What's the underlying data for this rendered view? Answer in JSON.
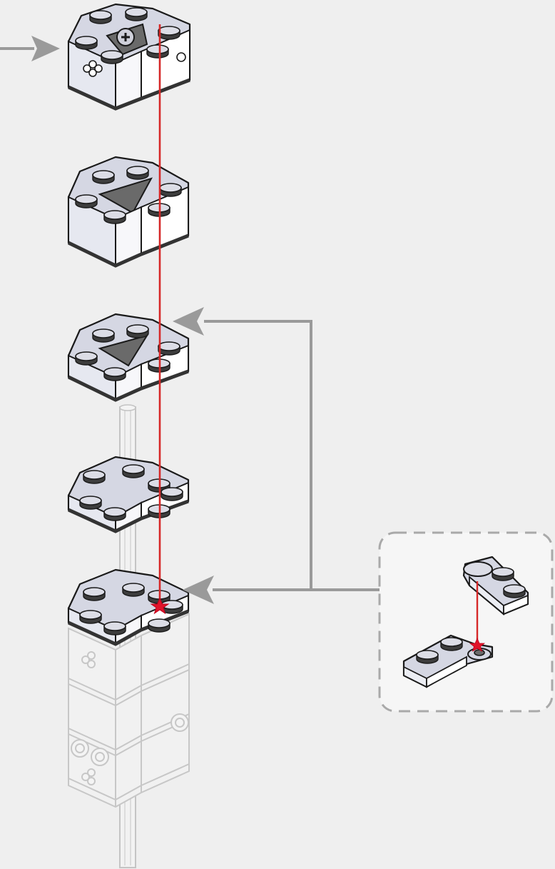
{
  "diagram": {
    "kind": "lego-build-step",
    "text": [],
    "colors": {
      "background": "#efefef",
      "brick_top": "#d4d6e2",
      "brick_left": "#eceef4",
      "brick_right": "#ffffff",
      "brick_outline": "#1a1a1a",
      "dark_edge": "#3a3a3a",
      "ghost_outline": "#c9c9c9",
      "alignment_line": "#d62828",
      "connection_star": "#e0142a",
      "callout_arrow": "#9a9a9a",
      "callout_border": "#a9a9a9",
      "callout_fill": "#f6f6f6"
    },
    "components": [
      "axle-brick-cap",
      "brick-layer",
      "plate-layer-upper",
      "plate-layer-lower",
      "assembled-column-top-plate",
      "ghost-assembled-column",
      "ghost-axle",
      "detail-callout"
    ],
    "icons": [
      "gray-arrow-right",
      "gray-arrow-left",
      "red-star-marker"
    ]
  }
}
